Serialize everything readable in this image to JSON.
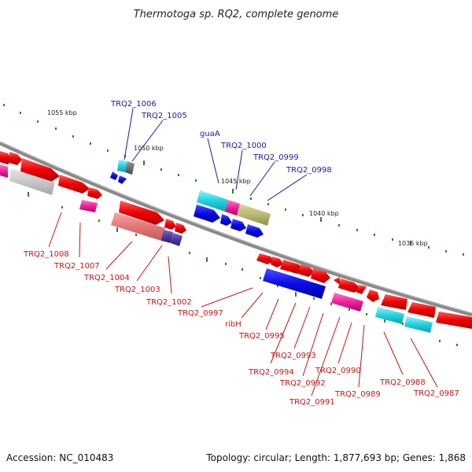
{
  "title": "Thermotoga sp. RQ2, complete genome",
  "footer": {
    "accession": "Accession: NC_010483",
    "summary": "Topology: circular; Length: 1,877,693 bp; Genes: 1,868"
  },
  "colors": {
    "backbone": "#8a8a8a",
    "tick": "#2f7f2f",
    "label_top": "#1a1aa8",
    "label_bottom": "#c81414"
  },
  "ticks": [
    {
      "label": "1055 kbp"
    },
    {
      "label": "1050 kbp"
    },
    {
      "label": "1045 kbp"
    },
    {
      "label": "1040 kbp"
    },
    {
      "label": "1035 kbp"
    }
  ],
  "genes_top": [
    {
      "label": "TRQ2_1006"
    },
    {
      "label": "TRQ2_1005"
    },
    {
      "label": "guaA"
    },
    {
      "label": "TRQ2_1000"
    },
    {
      "label": "TRQ2_0999"
    },
    {
      "label": "TRQ2_0998"
    }
  ],
  "genes_bottom": [
    {
      "label": "TRQ2_1008"
    },
    {
      "label": "TRQ2_1007"
    },
    {
      "label": "TRQ2_1004"
    },
    {
      "label": "TRQ2_1003"
    },
    {
      "label": "TRQ2_1002"
    },
    {
      "label": "TRQ2_0997"
    },
    {
      "label": "ribH"
    },
    {
      "label": "TRQ2_0995"
    },
    {
      "label": "TRQ2_0994"
    },
    {
      "label": "TRQ2_0993"
    },
    {
      "label": "TRQ2_0992"
    },
    {
      "label": "TRQ2_0991"
    },
    {
      "label": "TRQ2_0990"
    },
    {
      "label": "TRQ2_0989"
    },
    {
      "label": "TRQ2_0988"
    },
    {
      "label": "TRQ2_0987"
    }
  ]
}
